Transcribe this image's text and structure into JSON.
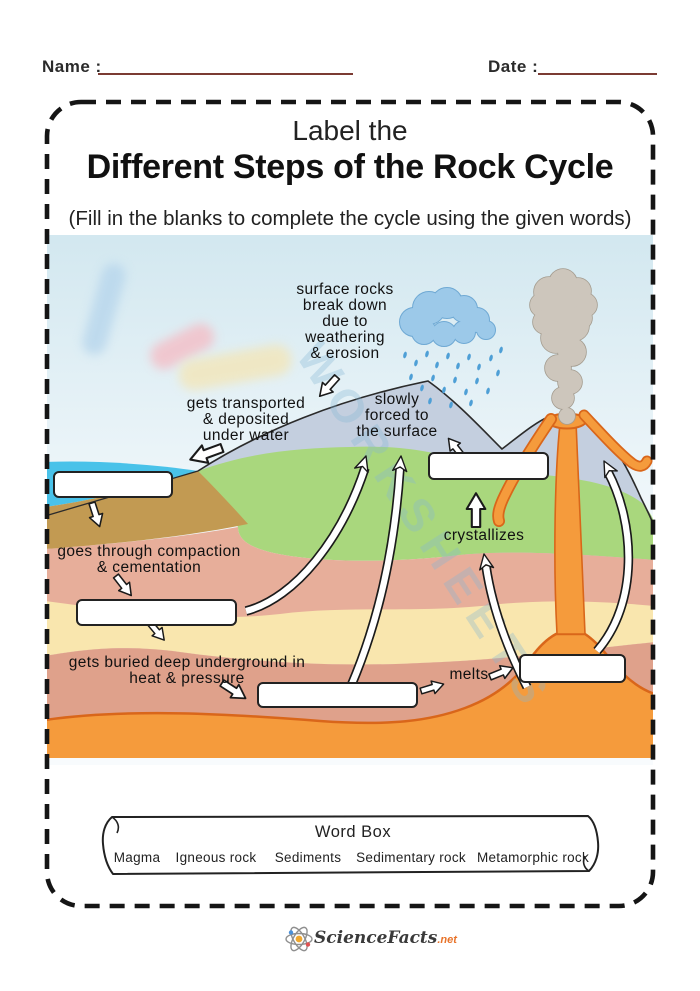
{
  "header": {
    "name_label": "Name :",
    "date_label": "Date :"
  },
  "title": {
    "top": "Label the",
    "main": "Different Steps of the Rock Cycle",
    "subtitle": "(Fill in the blanks to complete the cycle using the given words)"
  },
  "diagram": {
    "watermark": "WORKSHEETS",
    "labels": {
      "weathering": "surface rocks\nbreak down\ndue to\nweathering\n& erosion",
      "transported": "gets transported\n& deposited\nunder water",
      "forced": "slowly\nforced to\nthe surface",
      "crystallizes": "crystallizes",
      "compaction": "goes through compaction\n& cementation",
      "buried": "gets buried deep underground in\nheat & pressure",
      "melts": "melts"
    },
    "answer_boxes": [
      "",
      "",
      "",
      "",
      ""
    ]
  },
  "word_box": {
    "title": "Word Box",
    "words": [
      "Magma",
      "Igneous rock",
      "Sediments",
      "Sedimentary rock",
      "Metamorphic rock"
    ]
  },
  "footer": {
    "brand": "ScienceFacts",
    "suffix": ".net"
  },
  "colors": {
    "water": "#49C2E9",
    "sand": "#C29A52",
    "mountain": "#C4CFDF",
    "green": "#A9D77D",
    "salmon": "#E7AE9A",
    "salmon_deep": "#DFA18B",
    "yellow": "#F9E6AE",
    "magma": "#F59B3C",
    "magma_outline": "#D9661A",
    "smoke": "#CDC6BC",
    "cloud": "#9CC9E9",
    "rain": "#4E9FD6",
    "line_maroon": "#7B3B33",
    "brand_orange": "#E8732A",
    "sky_top": "#D3E8F0"
  }
}
